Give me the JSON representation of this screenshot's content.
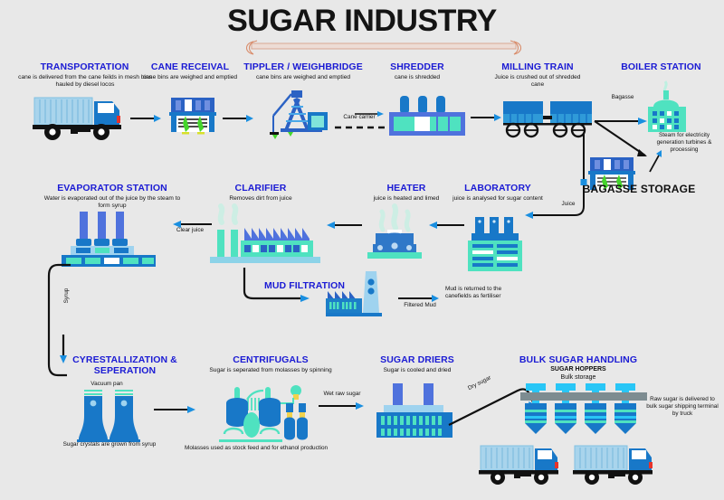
{
  "page": {
    "title": "SUGAR INDUSTRY",
    "background": "#e8e8e8",
    "accent_blue": "#1b1bd4",
    "primary_blue": "#1878c8",
    "deep_blue": "#1263b4",
    "periwinkle": "#4f72dd",
    "mint": "#4fe2c0",
    "light_blue": "#9fd3ef",
    "sky": "#29b6f6",
    "grey_beam": "#7d8c91"
  },
  "stages": [
    {
      "id": "transportation",
      "heading": "TRANSPORTATION",
      "subtitle": "cane is delivered from the cane feilds in mesh bins hauled by diesel locos",
      "icon": "truck-icon"
    },
    {
      "id": "cane-receival",
      "heading": "CANE RECEIVAL",
      "subtitle": "cane bins are weighed and emptied",
      "icon": "receival-shed-icon"
    },
    {
      "id": "tippler-weighbridge",
      "heading": "TIPPLER / WEIGHBRIDGE",
      "subtitle": "cane bins are weighed and emptied",
      "icon": "tippler-crane-icon"
    },
    {
      "id": "shredder",
      "heading": "SHREDDER",
      "subtitle": "cane is shredded",
      "icon": "shredder-icon"
    },
    {
      "id": "milling-train",
      "heading": "MILLING TRAIN",
      "subtitle": "Juice is crushed out of shredded cane",
      "icon": "rail-wagons-icon"
    },
    {
      "id": "boiler-station",
      "heading": "BOILER STATION",
      "subtitle": "",
      "icon": "boiler-plant-icon"
    },
    {
      "id": "bagasse-storage",
      "heading": "BAGASSE STORAGE",
      "subtitle": "",
      "icon": "storage-shed-icon"
    },
    {
      "id": "laboratory",
      "heading": "LABORATORY",
      "subtitle": "juice is analysed for sugar content",
      "icon": "laboratory-icon"
    },
    {
      "id": "heater",
      "heading": "HEATER",
      "subtitle": "juice is heated and limed",
      "icon": "heater-icon"
    },
    {
      "id": "clarifier",
      "heading": "CLARIFIER",
      "subtitle": "Removes dirt from juice",
      "icon": "clarifier-plant-icon"
    },
    {
      "id": "evaporator-station",
      "heading": "EVAPORATOR STATION",
      "subtitle": "Water is evaporated out of the juice by the steam to form syrup",
      "icon": "evaporator-icon"
    },
    {
      "id": "mud-filtration",
      "heading": "MUD FILTRATION",
      "subtitle": "",
      "icon": "mud-filter-plant-icon"
    },
    {
      "id": "cyrestallization",
      "heading": "CYRESTALLIZATION & SEPERATION",
      "subtitle": "",
      "icon": "vacuum-pan-icon"
    },
    {
      "id": "centrifugals",
      "heading": "CENTRIFUGALS",
      "subtitle": "Sugar is seperated from molasses by spinning",
      "icon": "centrifugal-icon"
    },
    {
      "id": "sugar-driers",
      "heading": "SUGAR DRIERS",
      "subtitle": "Sugar is cooled and dried",
      "icon": "drier-plant-icon"
    },
    {
      "id": "bulk-sugar-handling",
      "heading": "BULK SUGAR HANDLING",
      "subtitle": "",
      "icon": "sugar-hoppers-icon"
    }
  ],
  "labels": {
    "cane_carrier": "Cane carrier",
    "bagasse": "Bagasse",
    "steam_note": "Steam for electricity generation turbines & processing",
    "juice": "Juice",
    "clear_juice": "Clear juice",
    "syrup": "Syrup",
    "filtered_mud": "Filtered Mud",
    "mud_note": "Mud is returned to the canefields as fertiliser",
    "vacuum_pan": "Vacuum pan",
    "sugar_crystals_note": "Sugar crystals are grown from syrup",
    "molasses_note": "Molasses used as stock feed and for ethanol production",
    "wet_raw_sugar": "Wet raw sugar",
    "dry_sugar": "Dry sugar",
    "sugar_hoppers": "SUGAR HOPPERS",
    "bulk_storage": "Bulk storage",
    "raw_sugar_note": "Raw sugar is delivered to bulk sugar shipping terminal by truck"
  }
}
